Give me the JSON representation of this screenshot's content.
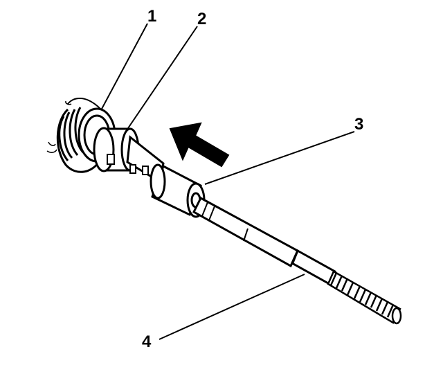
{
  "colors": {
    "ink": "#000000",
    "paper": "#ffffff"
  },
  "callouts": [
    {
      "id": "1",
      "label": "1"
    },
    {
      "id": "2",
      "label": "2"
    },
    {
      "id": "3",
      "label": "3"
    },
    {
      "id": "4",
      "label": "4"
    }
  ],
  "icons": {
    "direction": "arrow-icon"
  }
}
